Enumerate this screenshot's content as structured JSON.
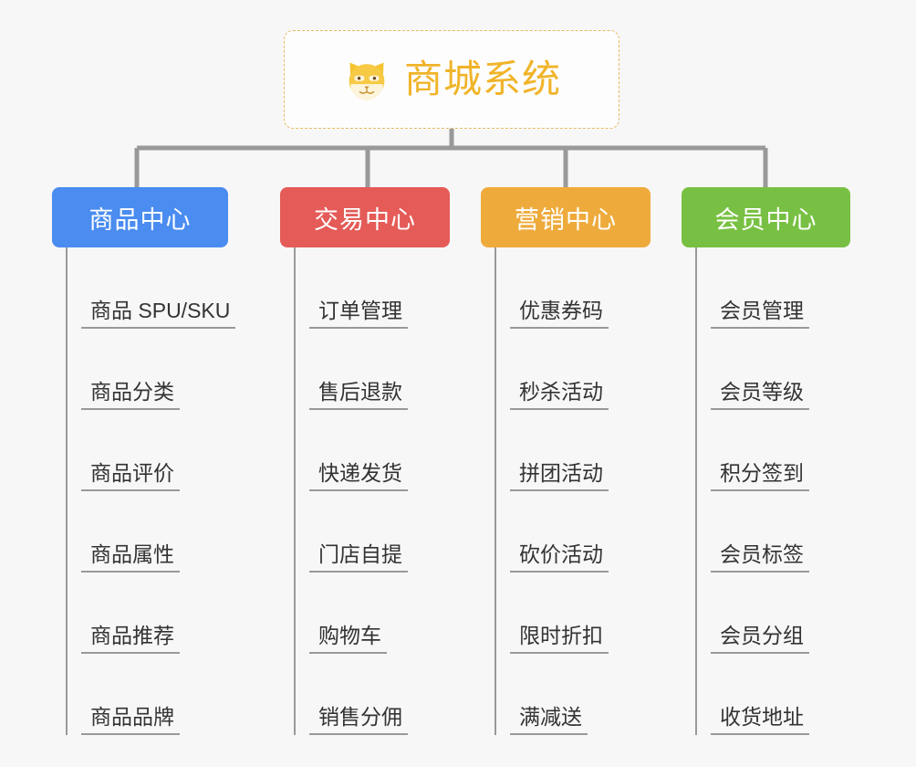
{
  "page": {
    "background_color": "#f7f7f7",
    "line_color": "#999999"
  },
  "root": {
    "title": "商城系统",
    "icon": "dog-face-icon",
    "text_color": "#f0b429",
    "border_color": "#e8b962",
    "background_color": "#fdfdfd"
  },
  "branches": [
    {
      "label": "商品中心",
      "color": "#4a8cf0",
      "items": [
        "商品 SPU/SKU",
        "商品分类",
        "商品评价",
        "商品属性",
        "商品推荐",
        "商品品牌"
      ]
    },
    {
      "label": "交易中心",
      "color": "#e45b58",
      "items": [
        "订单管理",
        "售后退款",
        "快递发货",
        "门店自提",
        "购物车",
        "销售分佣"
      ]
    },
    {
      "label": "营销中心",
      "color": "#eeab3c",
      "items": [
        "优惠券码",
        "秒杀活动",
        "拼团活动",
        "砍价活动",
        "限时折扣",
        "满减送"
      ]
    },
    {
      "label": "会员中心",
      "color": "#78c043",
      "items": [
        "会员管理",
        "会员等级",
        "积分签到",
        "会员标签",
        "会员分组",
        "收货地址"
      ]
    }
  ]
}
